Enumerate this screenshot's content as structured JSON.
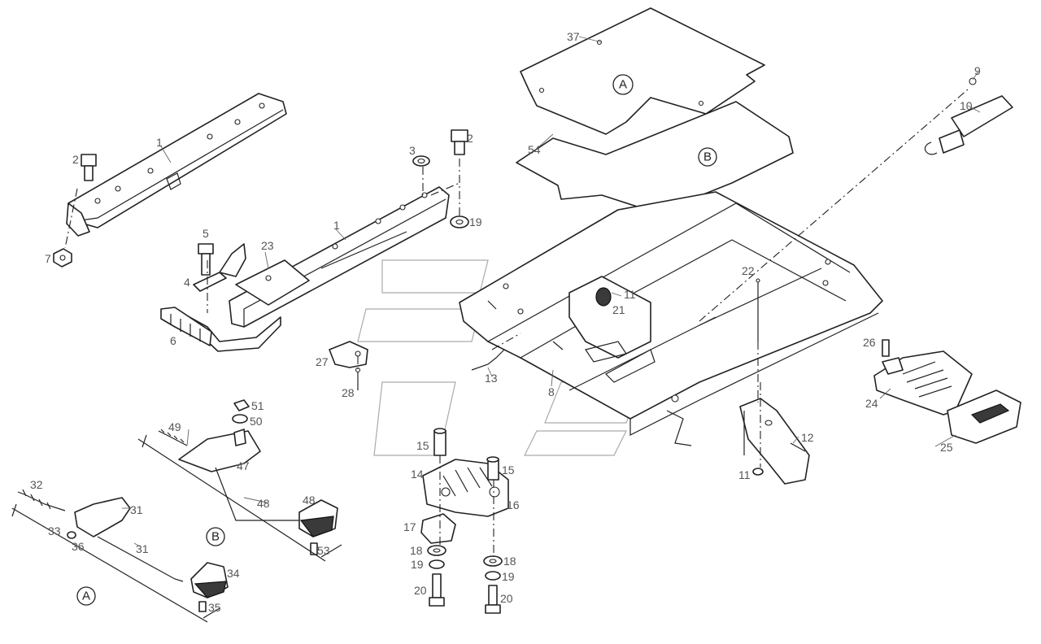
{
  "labels": {
    "p1a": "1",
    "p1b": "1",
    "p2a": "2",
    "p2b": "2",
    "p3": "3",
    "p4": "4",
    "p5": "5",
    "p6": "6",
    "p7": "7",
    "p8": "8",
    "p9": "9",
    "p10": "10",
    "p11a": "11",
    "p11b": "11",
    "p12": "12",
    "p13": "13",
    "p14": "14",
    "p15a": "15",
    "p15b": "15",
    "p16": "16",
    "p17": "17",
    "p18a": "18",
    "p18b": "18",
    "p19a": "19",
    "p19b": "19",
    "p19c": "19",
    "p20a": "20",
    "p20b": "20",
    "p21": "21",
    "p22": "22",
    "p23": "23",
    "p24": "24",
    "p25": "25",
    "p26": "26",
    "p27": "27",
    "p28": "28",
    "p31a": "31",
    "p31b": "31",
    "p32": "32",
    "p33": "33",
    "p34": "34",
    "p35": "35",
    "p36": "36",
    "p37": "37",
    "p47": "47",
    "p48a": "48",
    "p48b": "48",
    "p49": "49",
    "p50": "50",
    "p51": "51",
    "p53": "53",
    "p54": "54"
  },
  "refs": {
    "a_top": "A",
    "b_top": "B",
    "a_bottom": "A",
    "b_bottom": "B"
  }
}
